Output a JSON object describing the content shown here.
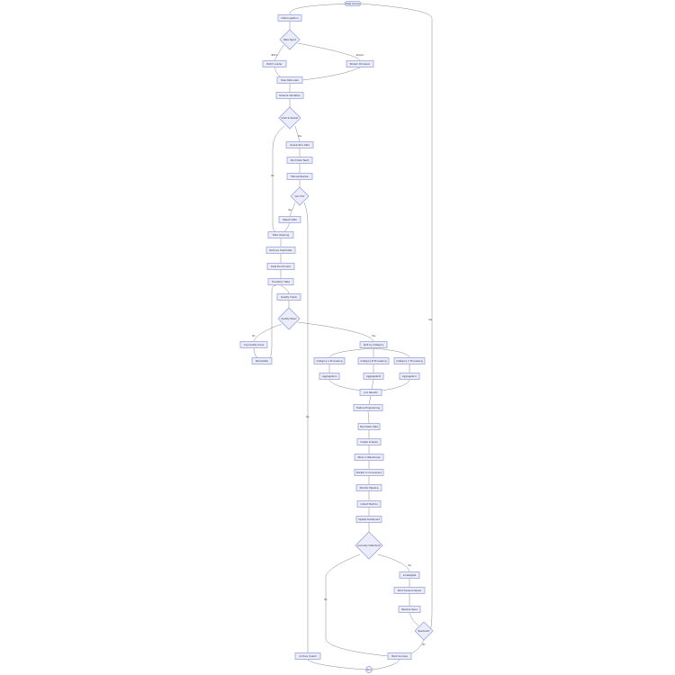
{
  "nodes": {
    "start": {
      "label": "Data Source",
      "shape": "stadium"
    },
    "ingest": {
      "label": "Data Ingestion",
      "shape": "rect"
    },
    "type": {
      "label": "Data Type?",
      "shape": "diamond"
    },
    "batch": {
      "label": "Batch Loader",
      "shape": "rect"
    },
    "stream": {
      "label": "Stream Processor",
      "shape": "rect"
    },
    "lake": {
      "label": "Raw Data Lake",
      "shape": "rect"
    },
    "schema": {
      "label": "Schema Validation",
      "shape": "rect"
    },
    "valid": {
      "label": "Valid Schema?",
      "shape": "diamond"
    },
    "quar": {
      "label": "Quarantine Data",
      "shape": "rect"
    },
    "alert": {
      "label": "Alert Data Team",
      "shape": "rect"
    },
    "manual": {
      "label": "Manual Review",
      "shape": "rect"
    },
    "canfix": {
      "label": "Can Fix?",
      "shape": "diamond"
    },
    "repair": {
      "label": "Repair Data",
      "shape": "rect"
    },
    "clean": {
      "label": "Data Cleaning",
      "shape": "rect"
    },
    "dedup": {
      "label": "Remove Duplicates",
      "shape": "rect"
    },
    "enrich": {
      "label": "Data Enrichment",
      "shape": "rect"
    },
    "transform": {
      "label": "Transform Data",
      "shape": "rect"
    },
    "qcheck": {
      "label": "Quality Check",
      "shape": "rect"
    },
    "qpass": {
      "label": "Quality Pass?",
      "shape": "diamond"
    },
    "logq": {
      "label": "Log Quality Issue",
      "shape": "rect"
    },
    "remed": {
      "label": "Remediate",
      "shape": "rect"
    },
    "split": {
      "label": "Split by Category",
      "shape": "rect"
    },
    "catA": {
      "label": "Category A Processing",
      "shape": "rect"
    },
    "catB": {
      "label": "Category B Processing",
      "shape": "rect"
    },
    "catC": {
      "label": "Category C Processing",
      "shape": "rect"
    },
    "aggA": {
      "label": "Aggregate A",
      "shape": "rect"
    },
    "aggB": {
      "label": "Aggregate B",
      "shape": "rect"
    },
    "aggC": {
      "label": "Aggregate C",
      "shape": "rect"
    },
    "join": {
      "label": "Join Results",
      "shape": "rect"
    },
    "feat": {
      "label": "Feature Engineering",
      "shape": "rect"
    },
    "norm": {
      "label": "Normalize Data",
      "shape": "rect"
    },
    "index": {
      "label": "Create Indexes",
      "shape": "rect"
    },
    "store": {
      "label": "Store in Warehouse",
      "shape": "rect"
    },
    "publish": {
      "label": "Publish to Consumers",
      "shape": "rect"
    },
    "monitor": {
      "label": "Monitor Pipeline",
      "shape": "rect"
    },
    "metrics": {
      "label": "Collect Metrics",
      "shape": "rect"
    },
    "dash": {
      "label": "Update Dashboard",
      "shape": "rect"
    },
    "anom": {
      "label": "Anomaly Detected?",
      "shape": "diamond"
    },
    "invest": {
      "label": "Investigate",
      "shape": "rect"
    },
    "rca": {
      "label": "Root Cause Analysis",
      "shape": "rect"
    },
    "resolve": {
      "label": "Resolve Issue",
      "shape": "rect"
    },
    "resolved": {
      "label": "Resolved?",
      "shape": "diamond"
    },
    "archive": {
      "label": "Archive Invalid",
      "shape": "rect"
    },
    "success": {
      "label": "Mark Success",
      "shape": "rect"
    },
    "end": {
      "label": "End",
      "shape": "circle"
    }
  },
  "edge_labels": {
    "batch": "Batch",
    "stream": "Stream",
    "yes": "Yes",
    "no": "No"
  }
}
